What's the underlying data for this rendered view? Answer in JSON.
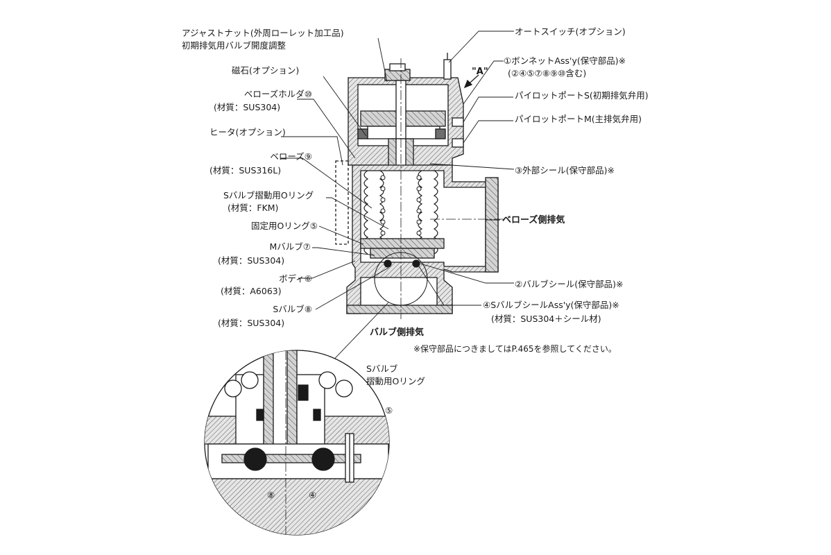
{
  "labels": {
    "adjust_nut": "アジャストナット(外周ローレット加工品)",
    "adjust_nut_sub": "初期排気用バルブ開度調整",
    "magnet": "磁石(オプション)",
    "bellows_holder": "ベローズホルダ⑩",
    "bellows_holder_mat": "(材質：SUS304)",
    "heater": "ヒータ(オプション)",
    "bellows": "ベローズ⑨",
    "bellows_mat": "(材質：SUS316L)",
    "s_valve_oring": "Sバルブ摺動用Oリング",
    "s_valve_oring_mat": "(材質：FKM)",
    "fixing_oring": "固定用Oリング⑤",
    "m_valve": "Mバルブ⑦",
    "m_valve_mat": "(材質：SUS304)",
    "body": "ボディ⑥",
    "body_mat": "(材質：A6063)",
    "s_valve": "Sバルブ⑧",
    "s_valve_mat": "(材質：SUS304)",
    "auto_switch": "オートスイッチ(オプション)",
    "bonnet": "①ボンネットAss'y(保守部品)※",
    "bonnet_sub": "(②④⑤⑦⑧⑨⑩含む)",
    "view_a": "\"A\"",
    "pilot_s": "パイロットポートS(初期排気弁用)",
    "pilot_m": "パイロットポートM(主排気弁用)",
    "outer_seal": "③外部シール(保守部品)※",
    "bellows_exhaust": "ベローズ側排気",
    "valve_seal": "②バルブシール(保守部品)※",
    "s_valve_seal": "④SバルブシールAss'y(保守部品)※",
    "s_valve_seal_mat": "(材質：SUS304＋シール材)",
    "valve_exhaust": "バルブ側排気",
    "note": "※保守部品につきましてはP.465を参照してください。",
    "detail_title_1": "Sバルブ",
    "detail_title_2": "摺動用Oリング",
    "detail_5": "⑤",
    "detail_8": "⑧",
    "detail_4": "④"
  },
  "colors": {
    "line": "#1a1a1a",
    "hatch_fill": "#bdbdbd",
    "dark_fill": "#6e6e6e",
    "background": "#ffffff"
  }
}
